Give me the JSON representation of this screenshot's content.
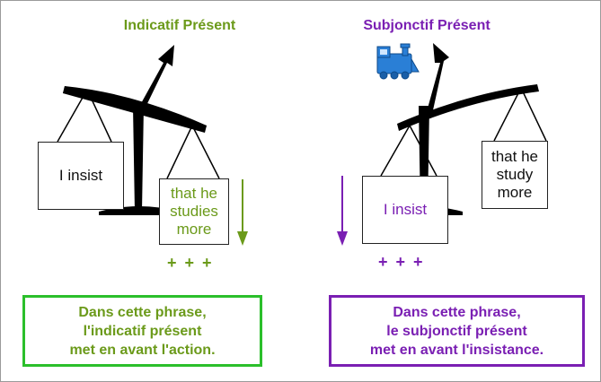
{
  "left_panel": {
    "title": "Indicatif Présent",
    "pan_left_text": "I insist",
    "pan_right_lines": [
      "that he",
      "studies",
      "more"
    ],
    "plus_marks": "+ + +",
    "note_lines": [
      "Dans cette phrase,",
      "l'indicatif présent",
      "met en avant l'action."
    ]
  },
  "right_panel": {
    "title": "Subjonctif Présent",
    "pan_left_text": "I insist",
    "pan_right_lines": [
      "that he",
      "study",
      "more"
    ],
    "plus_marks": "+ + +",
    "note_lines": [
      "Dans cette phrase,",
      "le subjonctif présent",
      "met en avant l'insistance."
    ]
  },
  "colors": {
    "indicatif": "#6b9a1a",
    "indicatif_border": "#2bbf2b",
    "subjonctif": "#7a1fb3",
    "scale": "#000000",
    "train": "#2a7fd6"
  },
  "icons": [
    "scale-icon",
    "train-icon",
    "down-arrow-icon"
  ]
}
